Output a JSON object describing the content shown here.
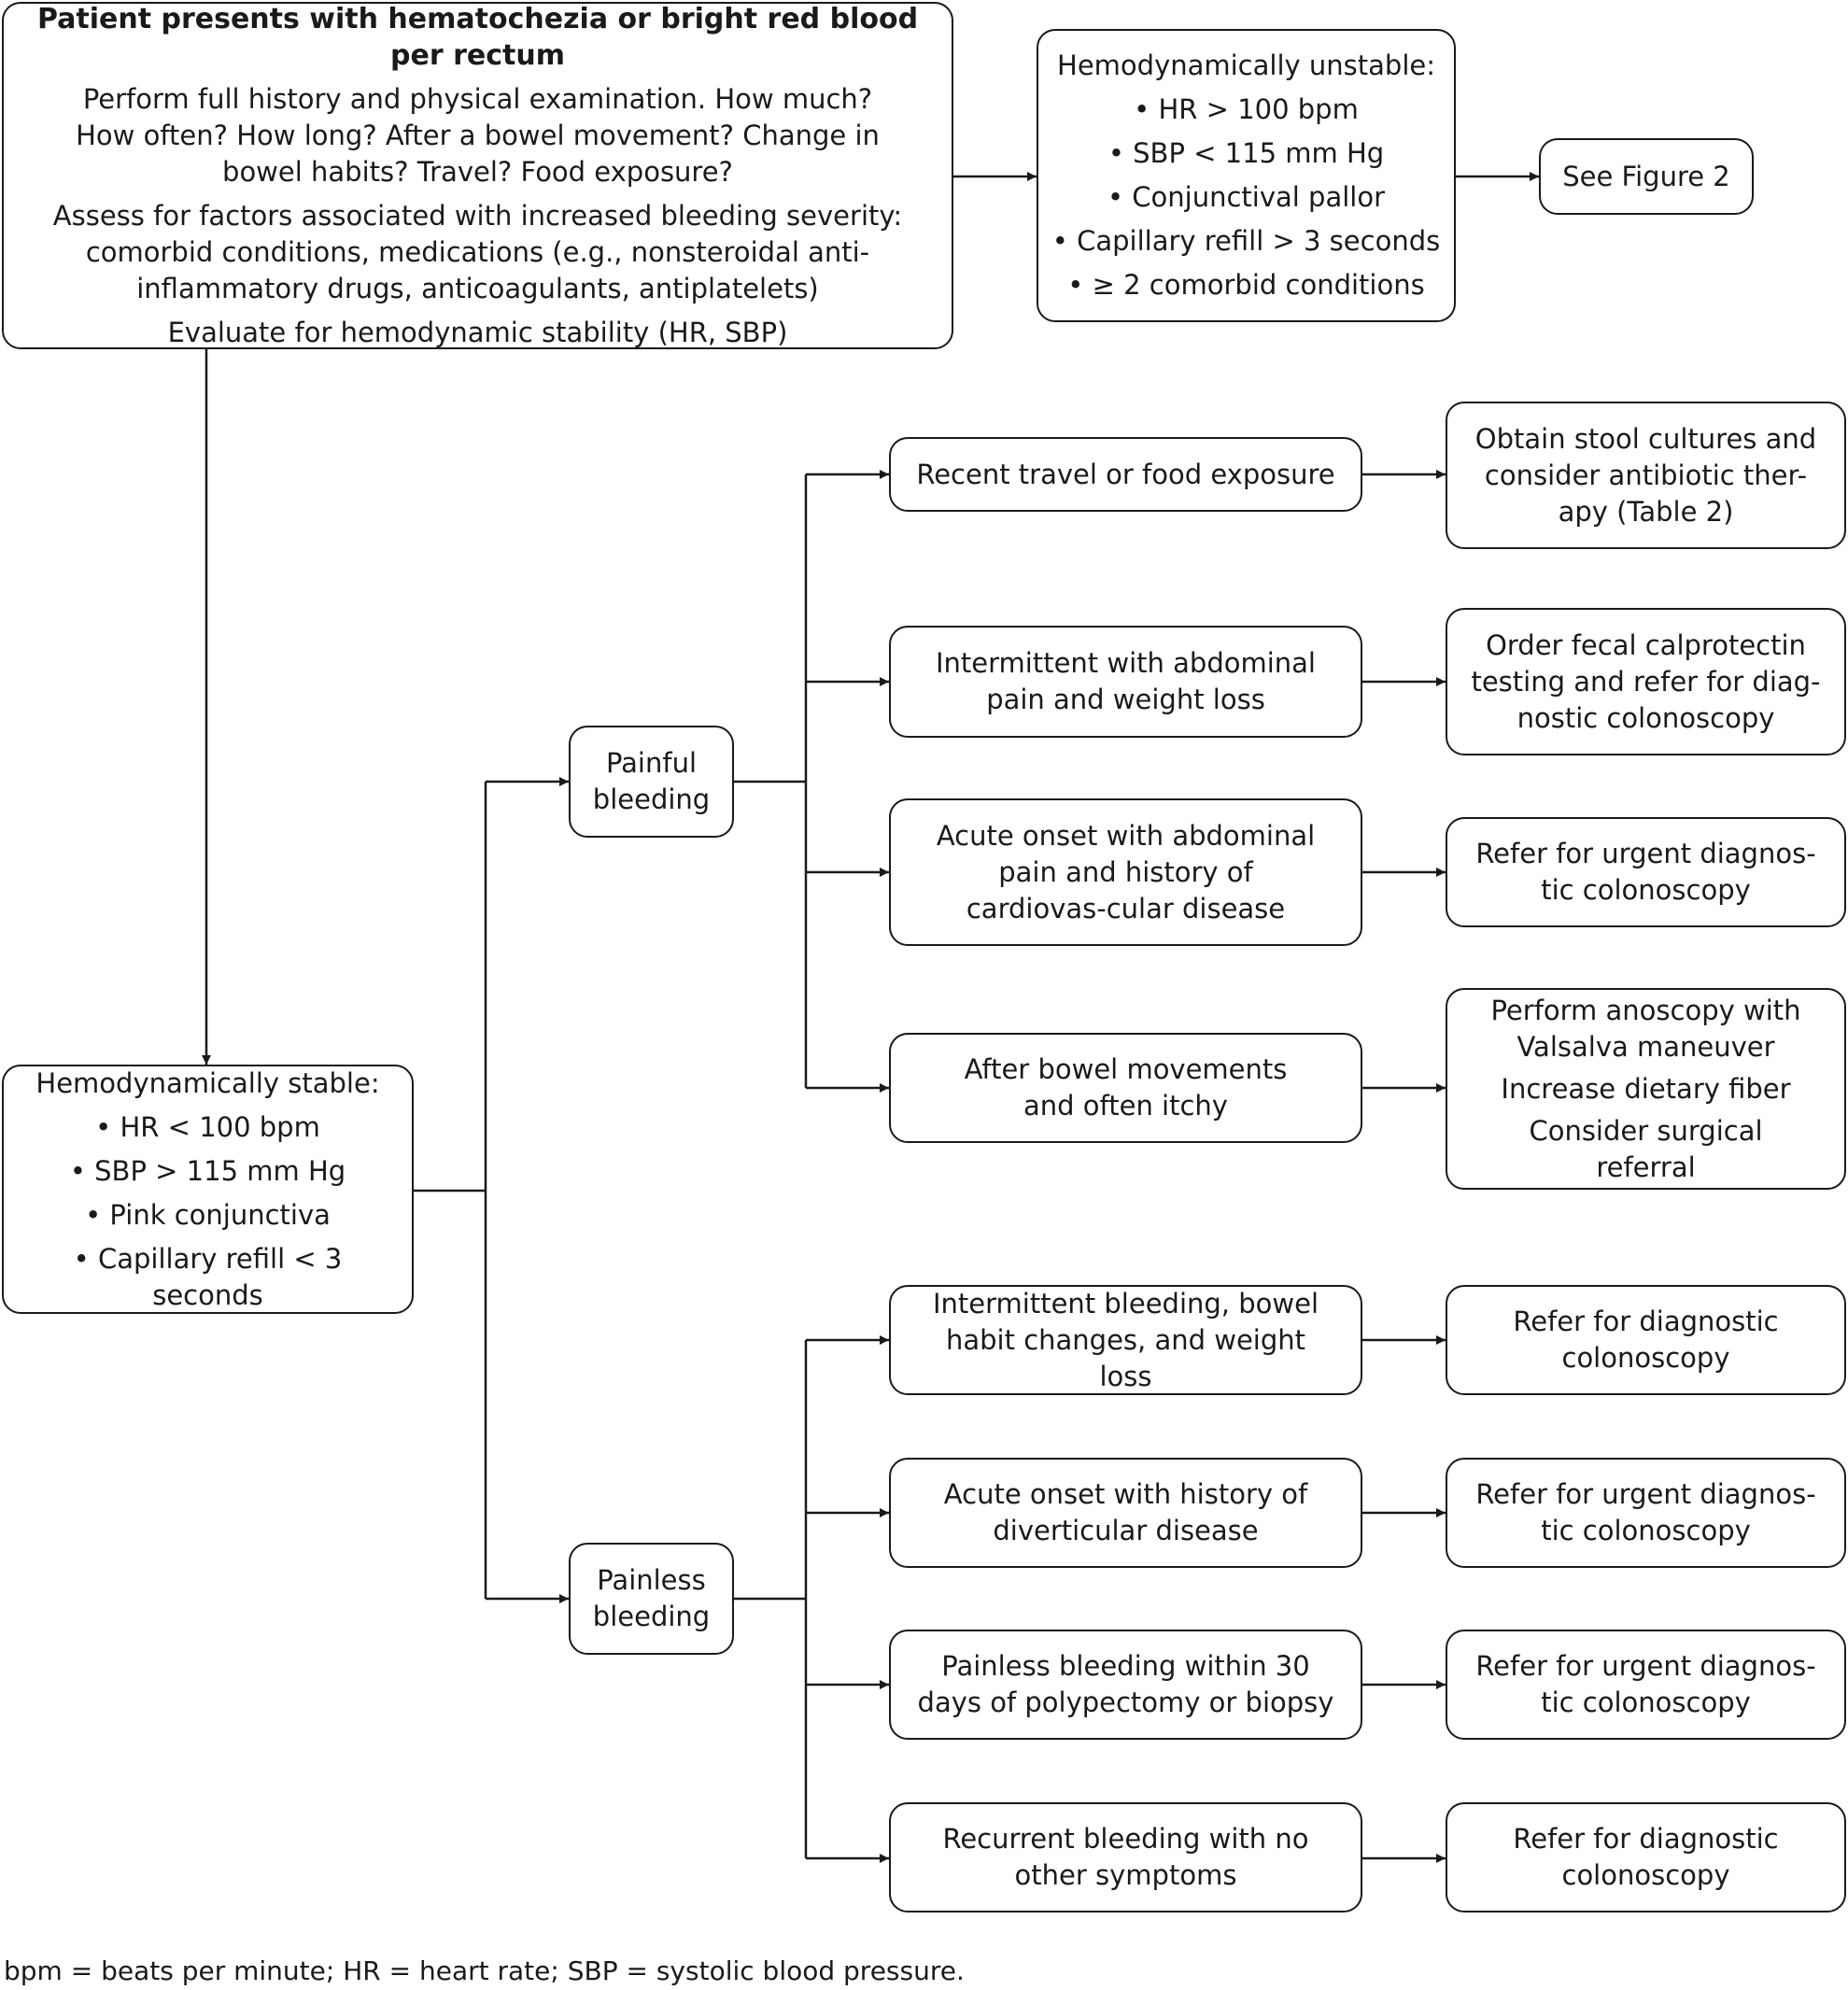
{
  "start": {
    "title": "Patient presents with hematochezia or bright red blood per rectum",
    "lines": [
      "Perform full history and physical examination. How much? How often? How long? After a bowel movement? Change in bowel habits? Travel? Food exposure?",
      "Assess for factors associated with increased bleeding severity: comorbid conditions, medications (e.g., nonsteroidal anti-inflammatory drugs, anticoagulants, antiplatelets)",
      "Evaluate for hemodynamic stability (HR, SBP)"
    ]
  },
  "unstable": {
    "heading": "Hemodynamically unstable:",
    "items": [
      "• HR > 100 bpm",
      "• SBP < 115 mm Hg",
      "• Conjunctival pallor",
      "• Capillary refill > 3 seconds",
      "• ≥ 2 comorbid conditions"
    ]
  },
  "figure_ref": "See Figure 2",
  "stable": {
    "heading": "Hemodynamically stable:",
    "items": [
      "• HR < 100 bpm",
      "• SBP > 115 mm Hg",
      "• Pink conjunctiva",
      "• Capillary refill < 3 seconds"
    ]
  },
  "painful": {
    "label": "Painful bleeding",
    "cases": [
      {
        "condition": "Recent travel or food exposure",
        "action": [
          "Obtain stool cultures and consider antibiotic ther-apy (Table 2)"
        ]
      },
      {
        "condition": "Intermittent with abdominal pain and weight loss",
        "action": [
          "Order fecal calprotectin testing and refer for diag-nostic colonoscopy"
        ]
      },
      {
        "condition": "Acute onset with abdominal pain and history of cardiovas-cular disease",
        "action": [
          "Refer for urgent diagnos-tic colonoscopy"
        ]
      },
      {
        "condition": "After bowel movements and often itchy",
        "action": [
          "Perform anoscopy with Valsalva maneuver",
          "Increase dietary fiber",
          "Consider surgical referral"
        ]
      }
    ]
  },
  "painless": {
    "label": "Painless bleeding",
    "cases": [
      {
        "condition": "Intermittent bleeding, bowel habit changes, and weight loss",
        "action": [
          "Refer for diagnostic colonoscopy"
        ]
      },
      {
        "condition": "Acute onset with history of diverticular disease",
        "action": [
          "Refer for urgent diagnos-tic colonoscopy"
        ]
      },
      {
        "condition": "Painless bleeding within 30 days of polypectomy or biopsy",
        "action": [
          "Refer for urgent diagnos-tic colonoscopy"
        ]
      },
      {
        "condition": "Recurrent bleeding with no other symptoms",
        "action": [
          "Refer for diagnostic colonoscopy"
        ]
      }
    ]
  },
  "footnote": "bpm = beats per minute; HR = heart rate; SBP = systolic blood pressure."
}
